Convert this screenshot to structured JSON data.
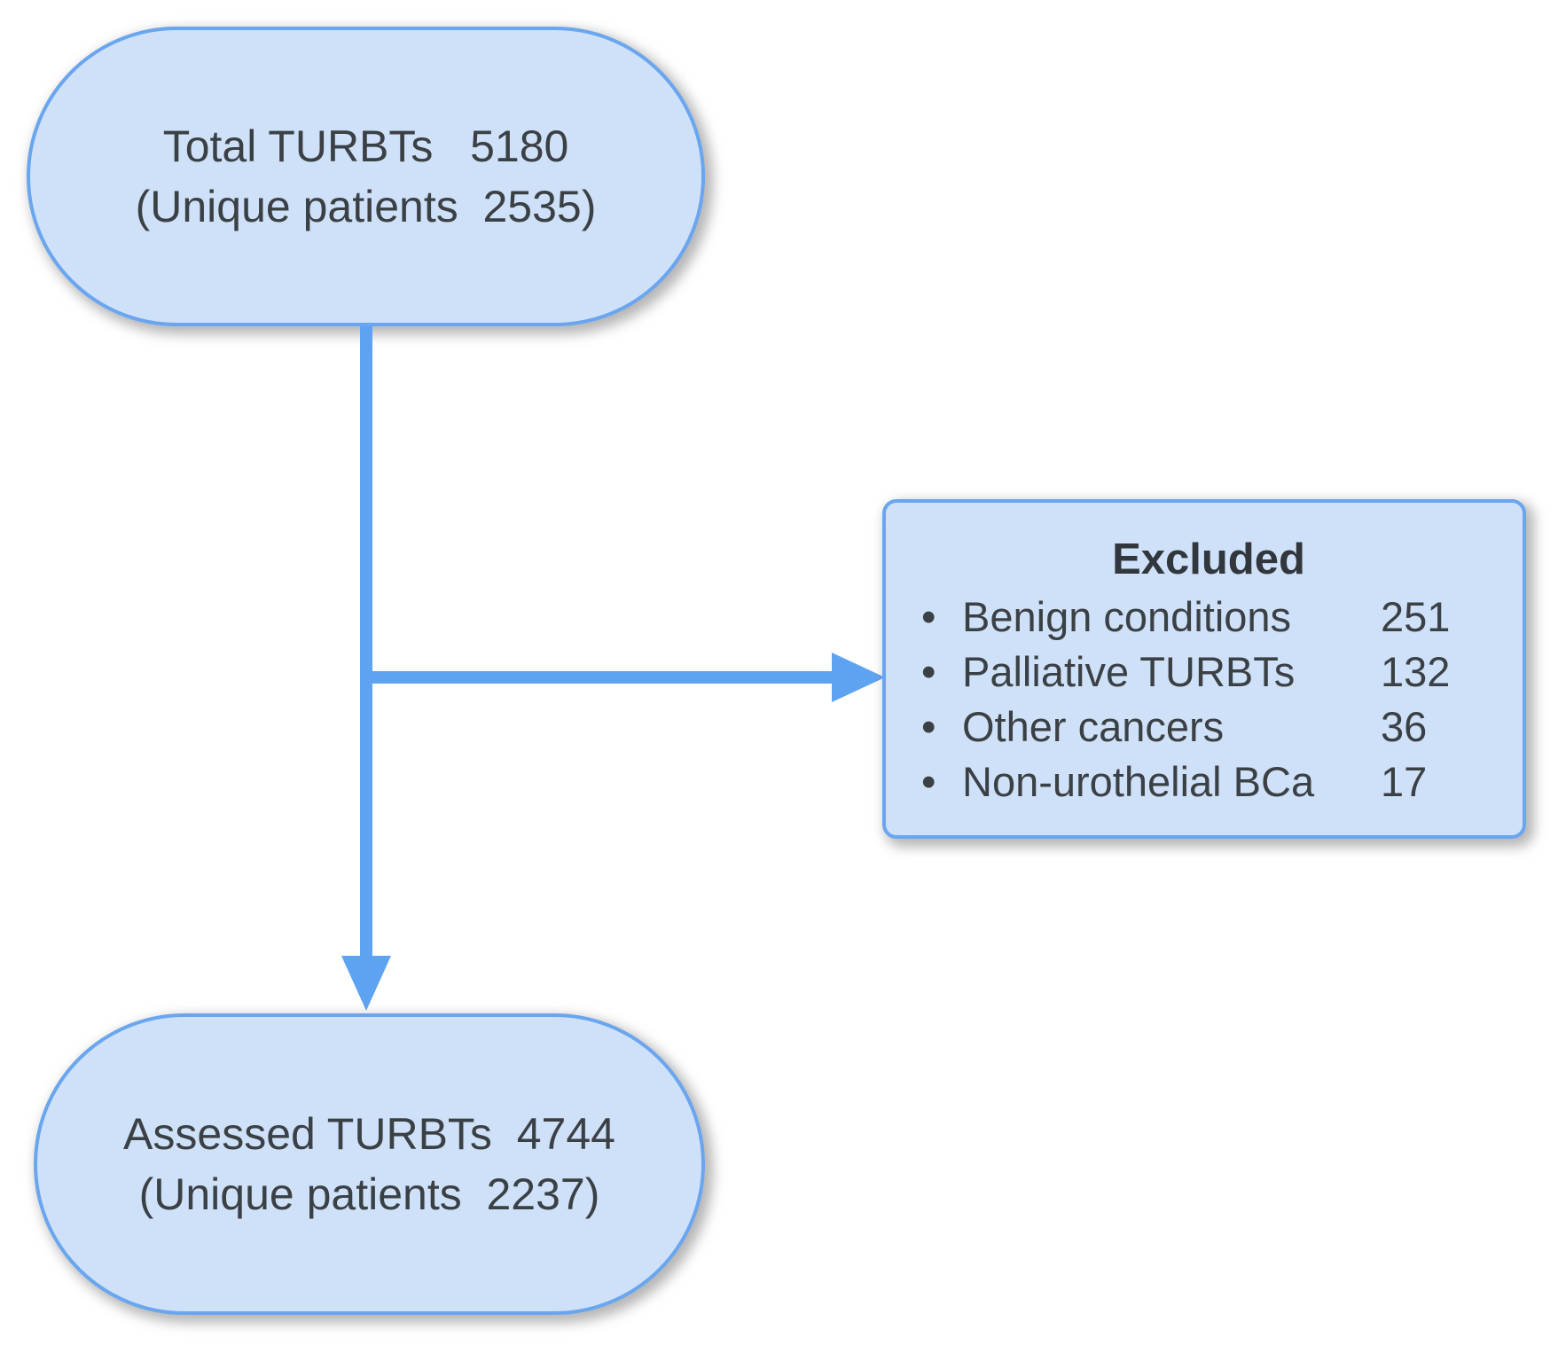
{
  "diagram": {
    "type": "patient-flow-chart",
    "colors": {
      "node_fill": "#cfe1f9",
      "node_border": "#6aa6ef",
      "arrow": "#5ea3f2",
      "text": "#3b4045"
    },
    "nodes": {
      "total": {
        "line1": "Total TURBTs   5180",
        "line2": "(Unique patients  2535)",
        "label": "Total TURBTs",
        "turbt_count": 5180,
        "unique_patients": 2535
      },
      "excluded": {
        "title": "Excluded",
        "bullet": "•",
        "items": [
          {
            "label": "Benign conditions",
            "value": "251"
          },
          {
            "label": "Palliative TURBTs",
            "value": "132"
          },
          {
            "label": "Other cancers",
            "value": "36"
          },
          {
            "label": "Non-urothelial BCa",
            "value": "17"
          }
        ]
      },
      "assessed": {
        "line1": "Assessed TURBTs  4744",
        "line2": "(Unique patients  2237)",
        "label": "Assessed TURBTs",
        "turbt_count": 4744,
        "unique_patients": 2237
      }
    }
  }
}
